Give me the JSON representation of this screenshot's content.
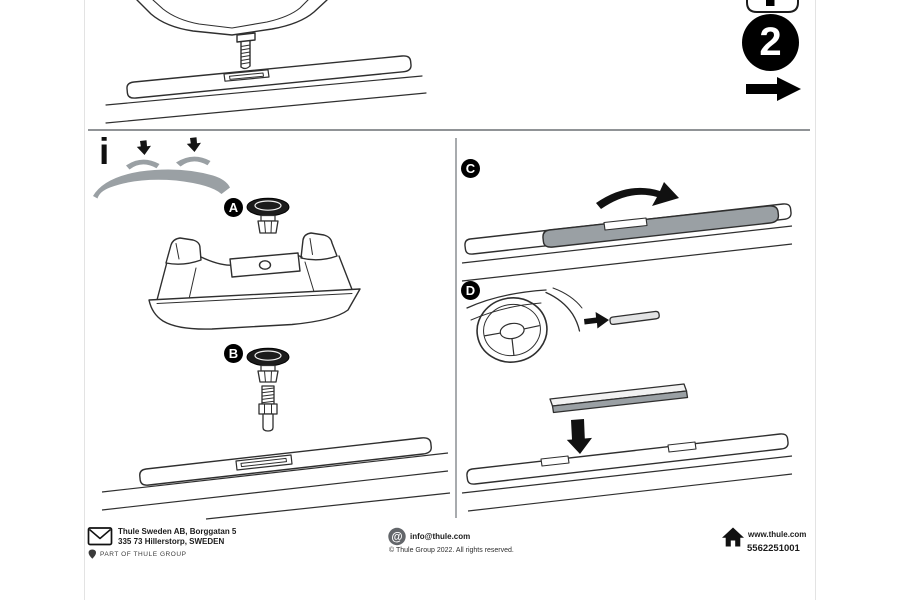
{
  "header": {
    "step_number": "2"
  },
  "info": {
    "symbol": "i"
  },
  "step_labels": {
    "a": "A",
    "b": "B",
    "c": "C",
    "d": "D"
  },
  "footer": {
    "address_line1": "Thule Sweden AB, Borggatan 5",
    "address_line2": "335 73 Hillerstorp, SWEDEN",
    "group_tagline": "PART OF THULE GROUP",
    "email": "info@thule.com",
    "copyright": "© Thule Group 2022. All rights reserved.",
    "website": "www.thule.com",
    "article_number": "5562251001"
  },
  "icons": {
    "at_glyph": "@"
  },
  "colors": {
    "diagram_line": "#2f2f2f",
    "pictogram_gray": "#9aa0a4",
    "badge_black": "#000000"
  }
}
